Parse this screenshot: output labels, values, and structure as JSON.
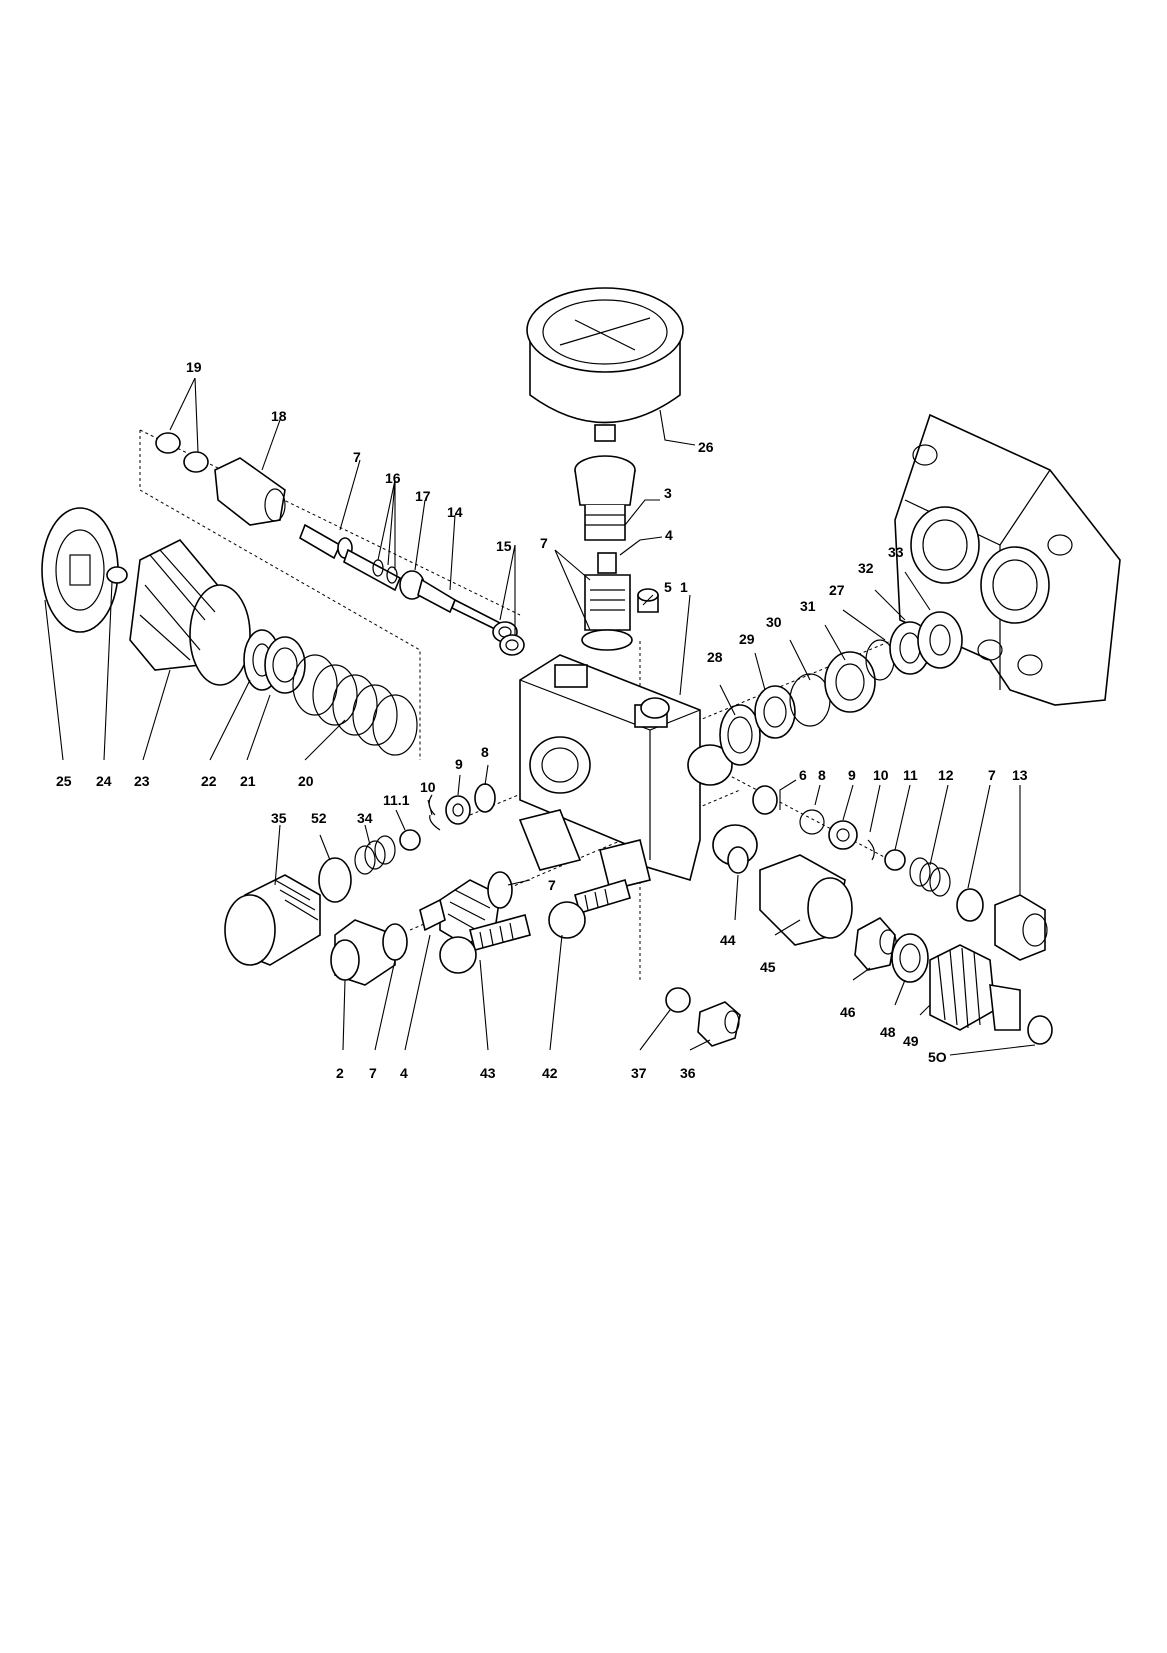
{
  "callouts": [
    {
      "id": "c1",
      "text": "1"
    },
    {
      "id": "c2",
      "text": "2"
    },
    {
      "id": "c3",
      "text": "3"
    },
    {
      "id": "c4a",
      "text": "4"
    },
    {
      "id": "c4b",
      "text": "4"
    },
    {
      "id": "c5",
      "text": "5"
    },
    {
      "id": "c6",
      "text": "6"
    },
    {
      "id": "c7a",
      "text": "7"
    },
    {
      "id": "c7b",
      "text": "7"
    },
    {
      "id": "c7c",
      "text": "7"
    },
    {
      "id": "c7d",
      "text": "7"
    },
    {
      "id": "c7e",
      "text": "7"
    },
    {
      "id": "c8a",
      "text": "8"
    },
    {
      "id": "c8b",
      "text": "8"
    },
    {
      "id": "c9a",
      "text": "9"
    },
    {
      "id": "c9b",
      "text": "9"
    },
    {
      "id": "c10a",
      "text": "10"
    },
    {
      "id": "c10b",
      "text": "10"
    },
    {
      "id": "c11",
      "text": "11"
    },
    {
      "id": "c11_1",
      "text": "11.1"
    },
    {
      "id": "c12",
      "text": "12"
    },
    {
      "id": "c13",
      "text": "13"
    },
    {
      "id": "c14",
      "text": "14"
    },
    {
      "id": "c15",
      "text": "15"
    },
    {
      "id": "c16",
      "text": "16"
    },
    {
      "id": "c17",
      "text": "17"
    },
    {
      "id": "c18",
      "text": "18"
    },
    {
      "id": "c19",
      "text": "19"
    },
    {
      "id": "c20",
      "text": "20"
    },
    {
      "id": "c21",
      "text": "21"
    },
    {
      "id": "c22",
      "text": "22"
    },
    {
      "id": "c23",
      "text": "23"
    },
    {
      "id": "c24",
      "text": "24"
    },
    {
      "id": "c25",
      "text": "25"
    },
    {
      "id": "c26",
      "text": "26"
    },
    {
      "id": "c27",
      "text": "27"
    },
    {
      "id": "c28",
      "text": "28"
    },
    {
      "id": "c29",
      "text": "29"
    },
    {
      "id": "c30",
      "text": "30"
    },
    {
      "id": "c31",
      "text": "31"
    },
    {
      "id": "c32",
      "text": "32"
    },
    {
      "id": "c33",
      "text": "33"
    },
    {
      "id": "c34",
      "text": "34"
    },
    {
      "id": "c35",
      "text": "35"
    },
    {
      "id": "c36",
      "text": "36"
    },
    {
      "id": "c37",
      "text": "37"
    },
    {
      "id": "c42",
      "text": "42"
    },
    {
      "id": "c43",
      "text": "43"
    },
    {
      "id": "c44",
      "text": "44"
    },
    {
      "id": "c45",
      "text": "45"
    },
    {
      "id": "c46",
      "text": "46"
    },
    {
      "id": "c48",
      "text": "48"
    },
    {
      "id": "c49",
      "text": "49"
    },
    {
      "id": "c50",
      "text": "5O"
    },
    {
      "id": "c52",
      "text": "52"
    }
  ]
}
